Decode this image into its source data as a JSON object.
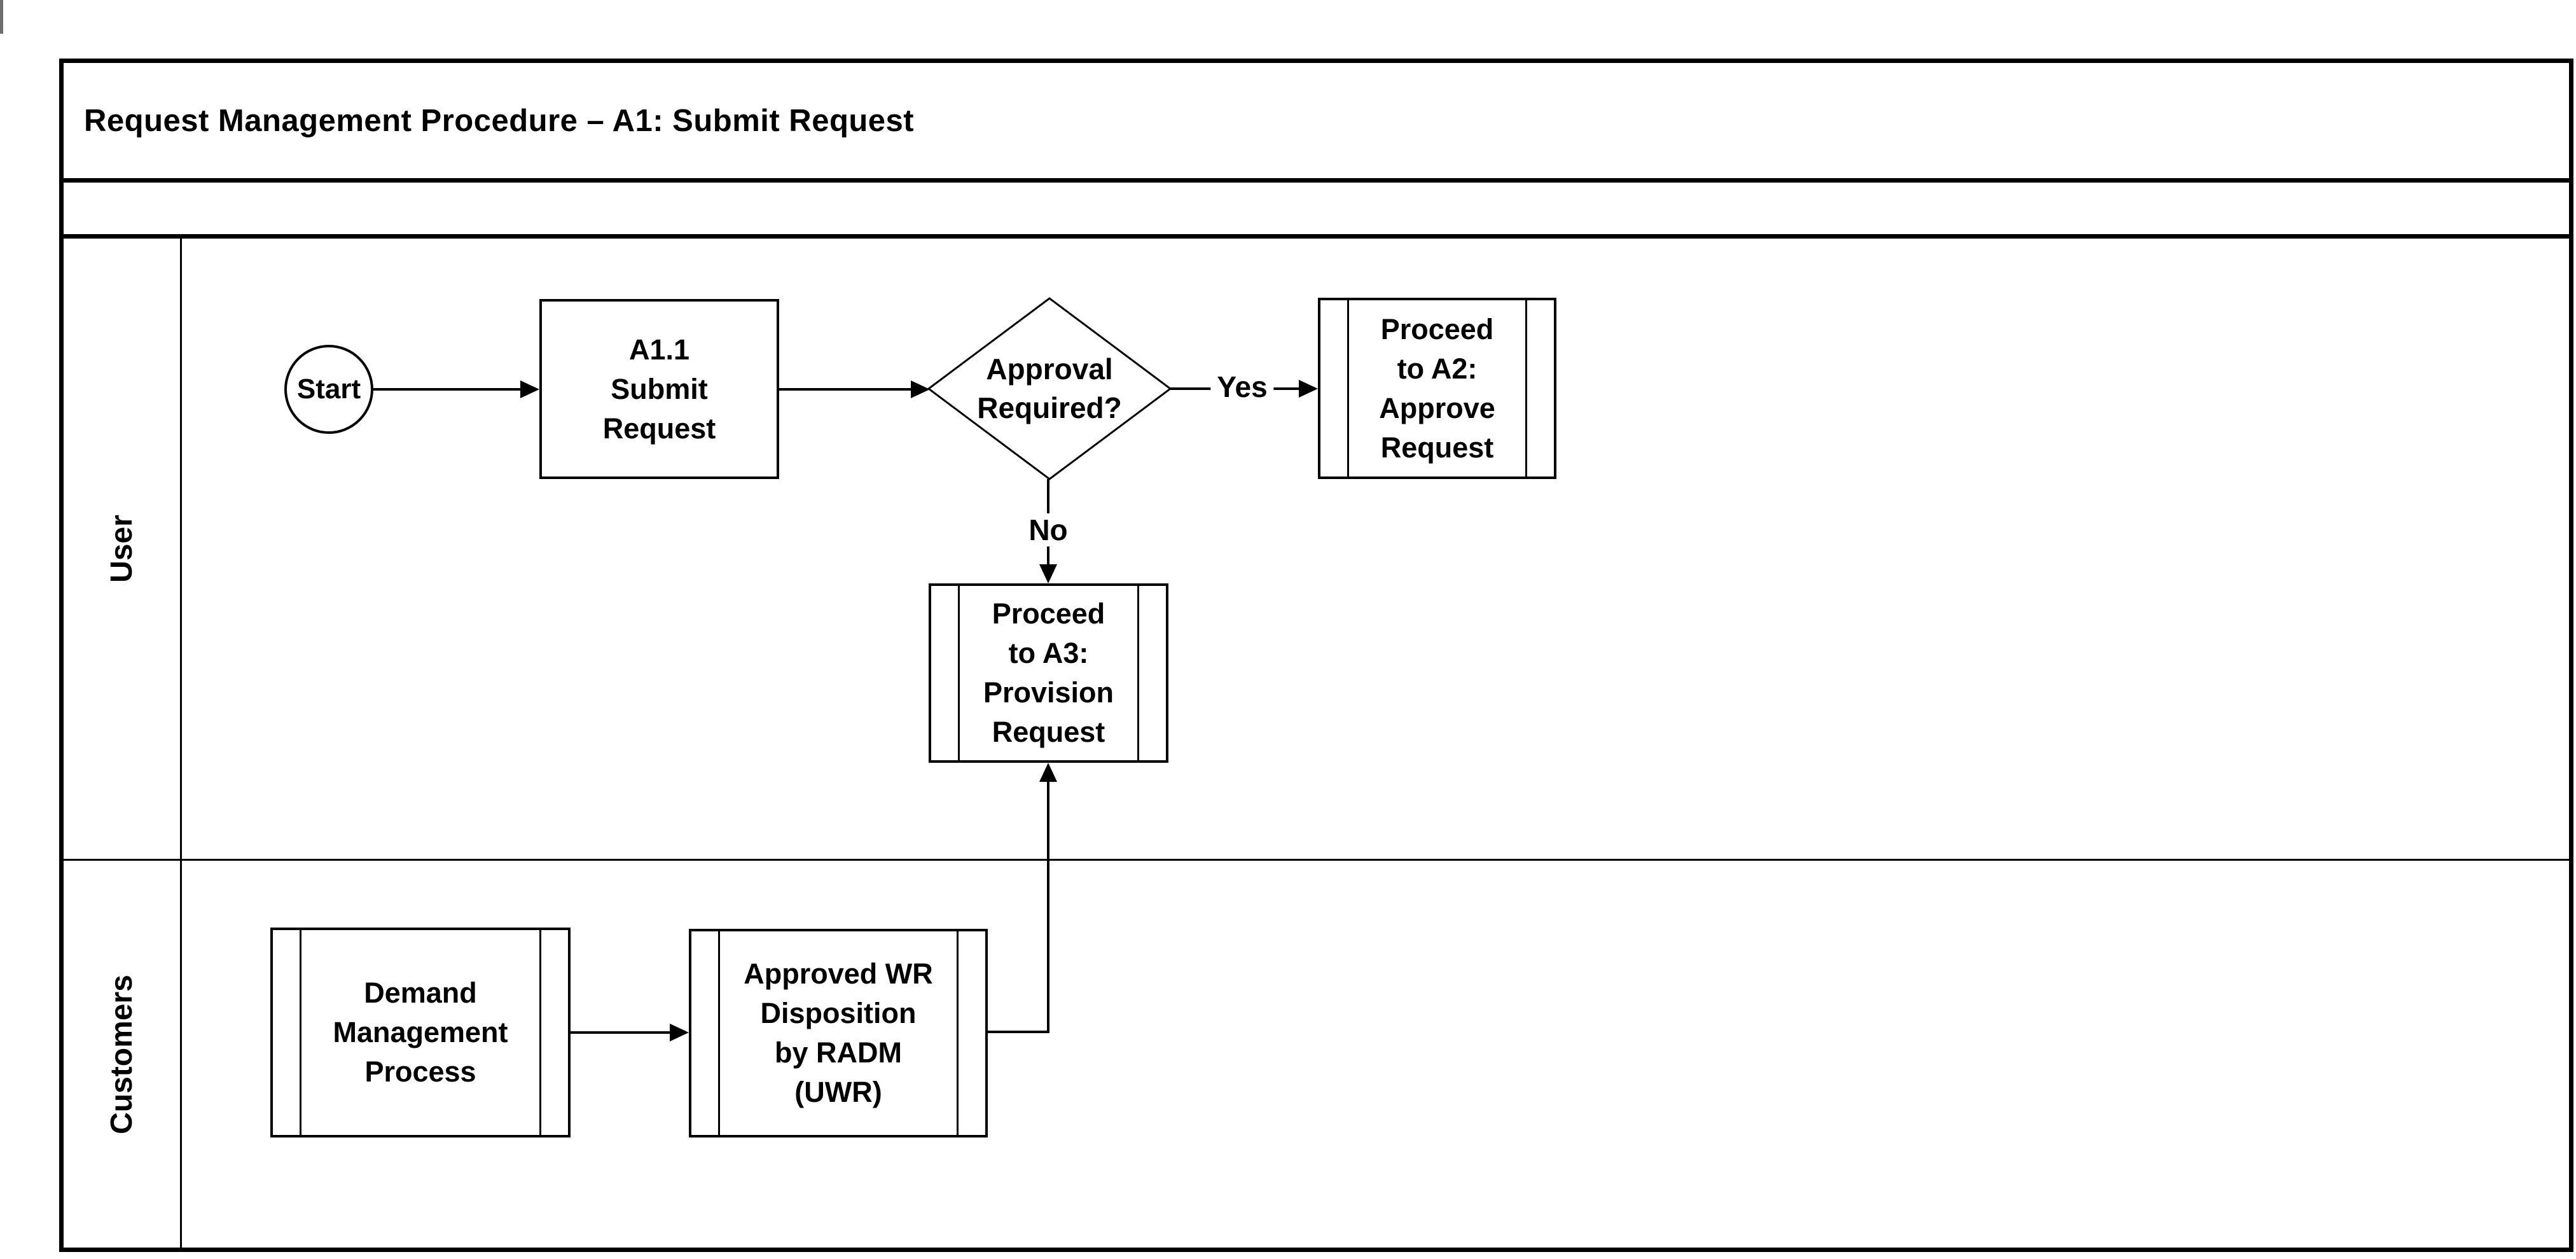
{
  "diagram": {
    "title": "Request Management Procedure – A1: Submit Request",
    "lanes": [
      {
        "label": "User"
      },
      {
        "label": "Customers"
      }
    ],
    "nodes": {
      "start": {
        "label": "Start"
      },
      "a11": {
        "lines": [
          "A1.1",
          "Submit",
          "Request"
        ]
      },
      "decision": {
        "lines": [
          "Approval",
          "Required?"
        ]
      },
      "a2": {
        "lines": [
          "Proceed",
          "to A2:",
          "Approve",
          "Request"
        ]
      },
      "a3": {
        "lines": [
          "Proceed",
          "to A3:",
          "Provision",
          "Request"
        ]
      },
      "demand": {
        "lines": [
          "Demand",
          "Management",
          "Process"
        ]
      },
      "awr": {
        "lines": [
          "Approved WR",
          "Disposition",
          "by RADM",
          "(UWR)"
        ]
      }
    },
    "edges": {
      "yes_label": "Yes",
      "no_label": "No"
    },
    "colors": {
      "line": "#000000",
      "background": "#ffffff",
      "corner_mark": "#6e6e6e"
    }
  }
}
